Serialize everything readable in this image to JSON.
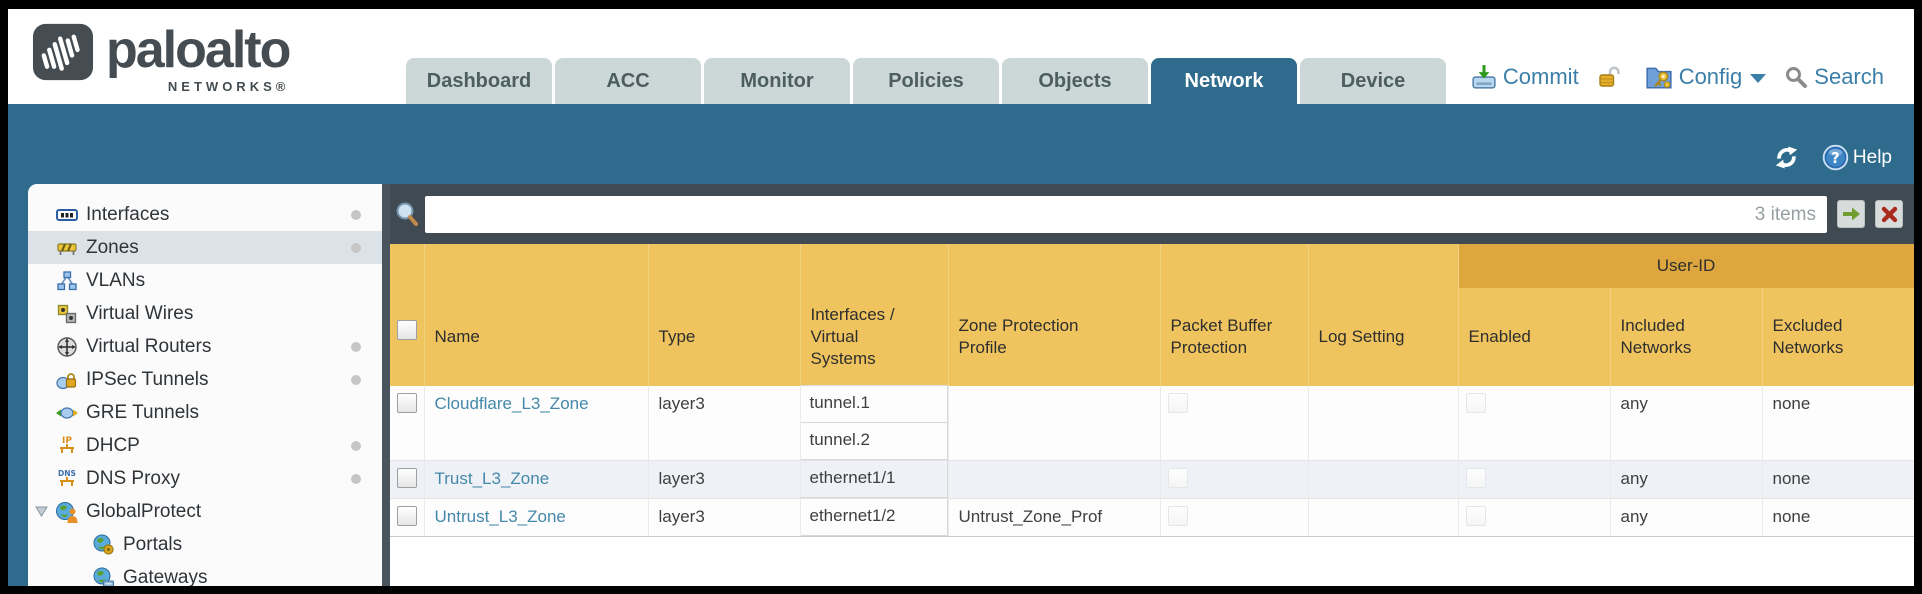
{
  "brand": {
    "name": "paloalto",
    "sub": "NETWORKS®"
  },
  "nav": {
    "tabs": [
      {
        "label": "Dashboard",
        "active": false
      },
      {
        "label": "ACC",
        "active": false
      },
      {
        "label": "Monitor",
        "active": false
      },
      {
        "label": "Policies",
        "active": false
      },
      {
        "label": "Objects",
        "active": false
      },
      {
        "label": "Network",
        "active": true
      },
      {
        "label": "Device",
        "active": false
      }
    ]
  },
  "actions": {
    "commit": "Commit",
    "config": "Config",
    "search": "Search"
  },
  "toolbar": {
    "help": "Help"
  },
  "sidebar": {
    "items": [
      {
        "label": "Interfaces",
        "icon": "interfaces-icon",
        "dot": true,
        "selected": false
      },
      {
        "label": "Zones",
        "icon": "zones-icon",
        "dot": true,
        "selected": true
      },
      {
        "label": "VLANs",
        "icon": "vlans-icon",
        "dot": false,
        "selected": false
      },
      {
        "label": "Virtual Wires",
        "icon": "virtual-wires-icon",
        "dot": false,
        "selected": false
      },
      {
        "label": "Virtual Routers",
        "icon": "virtual-routers-icon",
        "dot": true,
        "selected": false
      },
      {
        "label": "IPSec Tunnels",
        "icon": "ipsec-tunnels-icon",
        "dot": true,
        "selected": false
      },
      {
        "label": "GRE Tunnels",
        "icon": "gre-tunnels-icon",
        "dot": false,
        "selected": false
      },
      {
        "label": "DHCP",
        "icon": "dhcp-icon",
        "dot": true,
        "selected": false
      },
      {
        "label": "DNS Proxy",
        "icon": "dns-proxy-icon",
        "dot": true,
        "selected": false
      },
      {
        "label": "GlobalProtect",
        "icon": "globalprotect-icon",
        "dot": false,
        "selected": false,
        "expanded": true
      },
      {
        "label": "Portals",
        "icon": "portals-icon",
        "dot": false,
        "selected": false,
        "indent": true
      },
      {
        "label": "Gateways",
        "icon": "gateways-icon",
        "dot": false,
        "selected": false,
        "indent": true
      }
    ]
  },
  "filterbar": {
    "value": "",
    "count_label": "3 items"
  },
  "table": {
    "group_header": "User-ID",
    "columns": {
      "name": "Name",
      "type": "Type",
      "interfaces": "Interfaces / Virtual Systems",
      "zone_protection": "Zone Protection Profile",
      "packet_buffer": "Packet Buffer Protection",
      "log_setting": "Log Setting",
      "enabled": "Enabled",
      "included": "Included Networks",
      "excluded": "Excluded Networks"
    },
    "rows": [
      {
        "name": "Cloudflare_L3_Zone",
        "type": "layer3",
        "interfaces": [
          "tunnel.1",
          "tunnel.2"
        ],
        "zone_protection": "",
        "log_setting": "",
        "included": "any",
        "excluded": "none"
      },
      {
        "name": "Trust_L3_Zone",
        "type": "layer3",
        "interfaces": [
          "ethernet1/1"
        ],
        "zone_protection": "",
        "log_setting": "",
        "included": "any",
        "excluded": "none"
      },
      {
        "name": "Untrust_L3_Zone",
        "type": "layer3",
        "interfaces": [
          "ethernet1/2"
        ],
        "zone_protection": "Untrust_Zone_Prof",
        "log_setting": "",
        "included": "any",
        "excluded": "none"
      }
    ]
  },
  "colors": {
    "teal": "#2e6b8d",
    "slate": "#3f4a52",
    "header_orange": "#efc45f",
    "group_orange": "#dda63e",
    "link_blue": "#4588aa",
    "action_blue": "#3b7fa8",
    "tab_inactive": "#ccd8d8",
    "stripe": "#eef2f6",
    "selected_item": "#dbe3e9"
  }
}
